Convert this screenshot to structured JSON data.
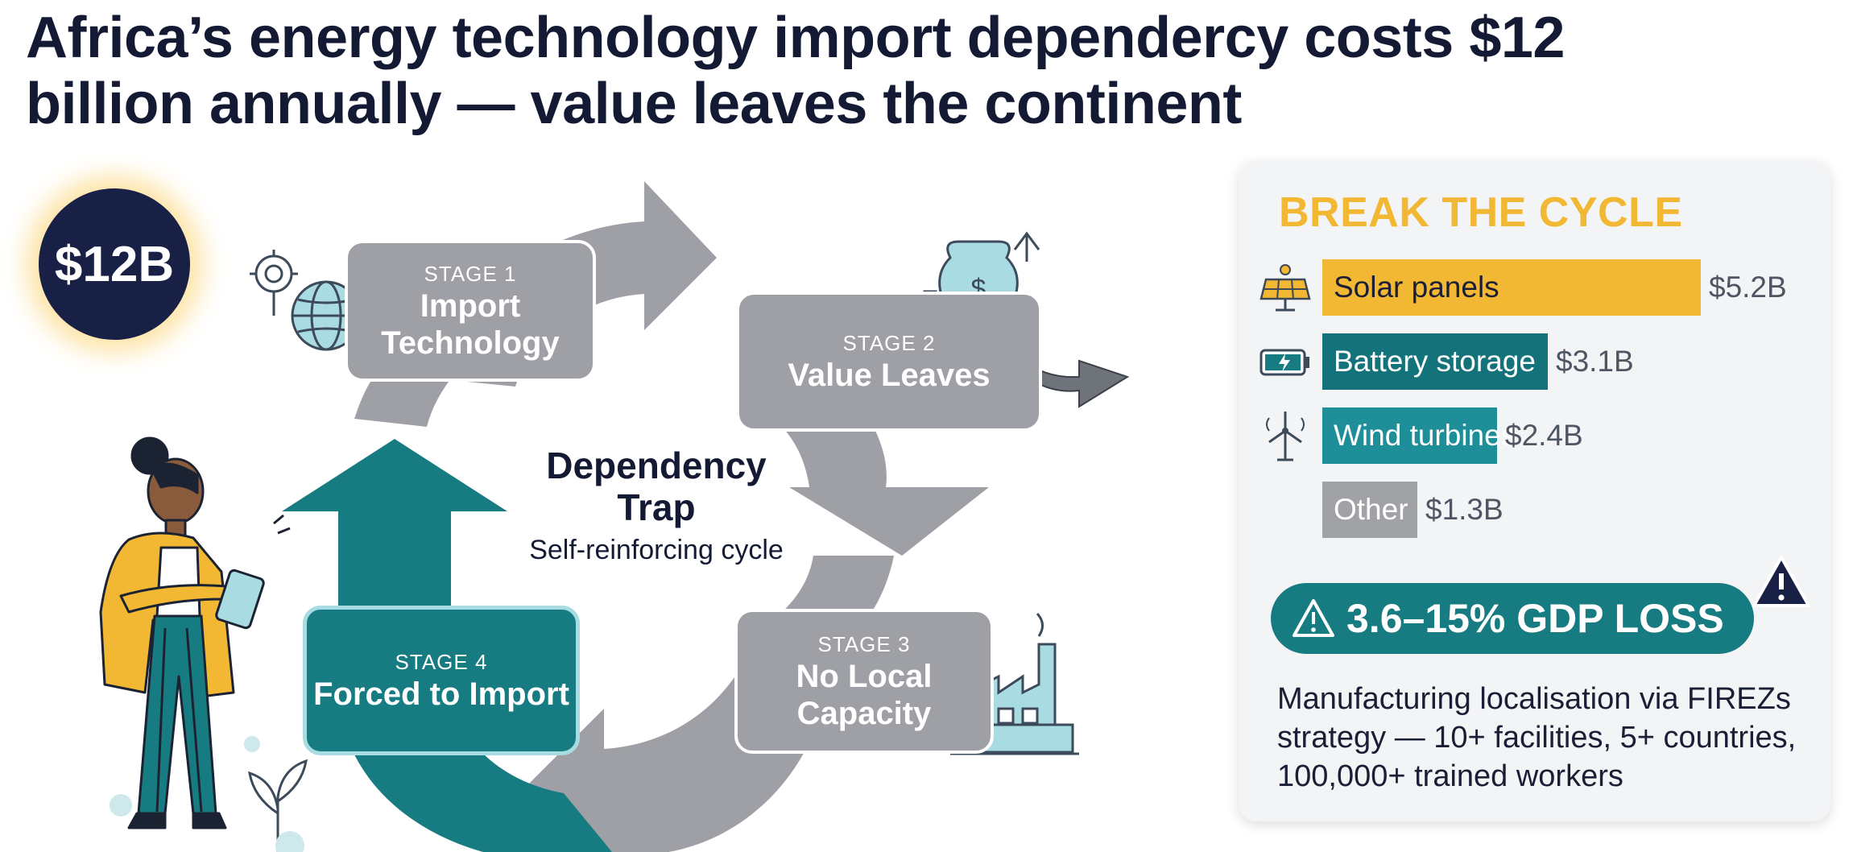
{
  "title": "Africa’s energy technology import dependercy costs $12 billion annually — value leaves the continent",
  "badge": "$12B",
  "cycle": {
    "center_title": "Dependency Trap",
    "center_subtitle": "Self-reinforcing cycle",
    "stages": [
      {
        "num": "STAGE 1",
        "name": "Import Technology"
      },
      {
        "num": "STAGE 2",
        "name": "Value Leaves"
      },
      {
        "num": "STAGE 3",
        "name": "No Local Capacity"
      },
      {
        "num": "STAGE 4",
        "name": "Forced to Import"
      }
    ]
  },
  "panel": {
    "title": "BREAK THE CYCLE",
    "gdp_loss": "3.6–15% GDP LOSS",
    "note": "Manufacturing localisation via FIREZs strategy — 10+ facilities, 5+ countries, 100,000+ trained workers"
  },
  "chart_data": {
    "type": "bar",
    "orientation": "horizontal",
    "categories": [
      "Solar panels",
      "Battery storage",
      "Wind turbines",
      "Other"
    ],
    "value_labels": [
      "$5.2B",
      "$3.1B",
      "$2.4B",
      "$1.3B"
    ],
    "values": [
      5.2,
      3.1,
      2.4,
      1.3
    ],
    "unit": "$B",
    "colors": [
      "#f2b733",
      "#13727a",
      "#1e8f99",
      "#a0a2a6"
    ],
    "label_colors": [
      "#1a1f36",
      "#ffffff",
      "#ffffff",
      "#ffffff"
    ],
    "icons": [
      "solar-panel-icon",
      "battery-icon",
      "wind-turbine-icon",
      ""
    ]
  },
  "colors": {
    "navy": "#192045",
    "teal": "#177c82",
    "gray": "#9ea0a5",
    "yellow": "#f2b733"
  },
  "icons": [
    "gear-globe-icon",
    "money-bag-hand-icon",
    "factory-icon",
    "alert-icon",
    "woman-tablet-illustration"
  ]
}
